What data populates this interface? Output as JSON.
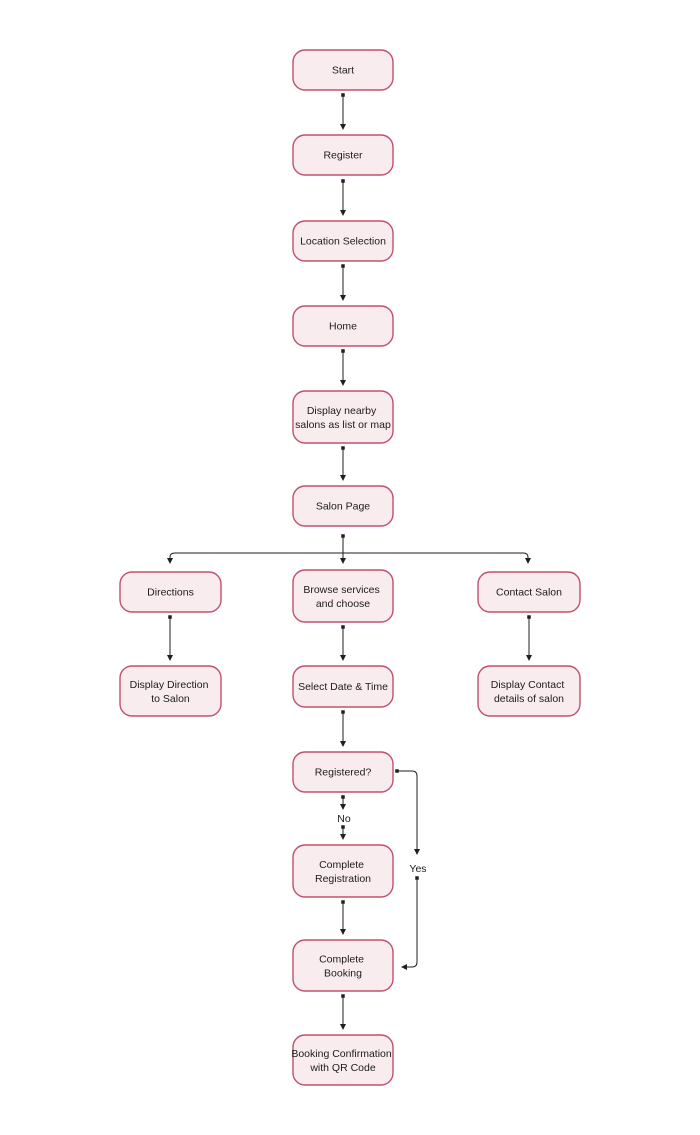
{
  "diagram": {
    "type": "flowchart",
    "direction": "top-down",
    "colors": {
      "node_fill": "#f8ecee",
      "node_border": "#c2506e",
      "connector": "#1f1f1f",
      "label_text": "#1c1c1c",
      "background": "#ffffff"
    },
    "nodes": {
      "start": {
        "lines": [
          "Start"
        ]
      },
      "register": {
        "lines": [
          "Register"
        ]
      },
      "location_selection": {
        "lines": [
          "Location Selection"
        ]
      },
      "home": {
        "lines": [
          "Home"
        ]
      },
      "display_nearby": {
        "lines": [
          "Display nearby",
          "salons as list or map"
        ]
      },
      "salon_page": {
        "lines": [
          "Salon Page"
        ]
      },
      "directions": {
        "lines": [
          "Directions"
        ]
      },
      "browse_services": {
        "lines": [
          "Browse services",
          "and choose"
        ]
      },
      "contact_salon": {
        "lines": [
          "Contact Salon"
        ]
      },
      "display_direction": {
        "lines": [
          "Display Direction",
          "to Salon"
        ]
      },
      "select_date_time": {
        "lines": [
          "Select Date & Time"
        ]
      },
      "display_contact": {
        "lines": [
          "Display Contact",
          "details of salon"
        ]
      },
      "registered": {
        "lines": [
          "Registered?"
        ]
      },
      "complete_registration": {
        "lines": [
          "Complete",
          "Registration"
        ]
      },
      "complete_booking": {
        "lines": [
          "Complete",
          "Booking"
        ]
      },
      "booking_confirmation": {
        "lines": [
          "Booking Confirmation",
          "with QR Code"
        ]
      }
    },
    "edge_labels": {
      "no": "No",
      "yes": "Yes"
    },
    "edges": [
      {
        "from": "Start",
        "to": "Register",
        "label": ""
      },
      {
        "from": "Register",
        "to": "Location Selection",
        "label": ""
      },
      {
        "from": "Location Selection",
        "to": "Home",
        "label": ""
      },
      {
        "from": "Home",
        "to": "Display nearby salons as list or map",
        "label": ""
      },
      {
        "from": "Display nearby salons as list or map",
        "to": "Salon Page",
        "label": ""
      },
      {
        "from": "Salon Page",
        "to": "Directions",
        "label": ""
      },
      {
        "from": "Salon Page",
        "to": "Browse services and choose",
        "label": ""
      },
      {
        "from": "Salon Page",
        "to": "Contact Salon",
        "label": ""
      },
      {
        "from": "Directions",
        "to": "Display Direction to Salon",
        "label": ""
      },
      {
        "from": "Browse services and choose",
        "to": "Select Date & Time",
        "label": ""
      },
      {
        "from": "Contact Salon",
        "to": "Display Contact details of salon",
        "label": ""
      },
      {
        "from": "Select Date & Time",
        "to": "Registered?",
        "label": ""
      },
      {
        "from": "Registered?",
        "to": "Complete Registration",
        "label": "No"
      },
      {
        "from": "Complete Registration",
        "to": "Complete Booking",
        "label": ""
      },
      {
        "from": "Registered?",
        "to": "Complete Booking",
        "label": "Yes"
      },
      {
        "from": "Complete Booking",
        "to": "Booking Confirmation with QR Code",
        "label": ""
      }
    ]
  }
}
